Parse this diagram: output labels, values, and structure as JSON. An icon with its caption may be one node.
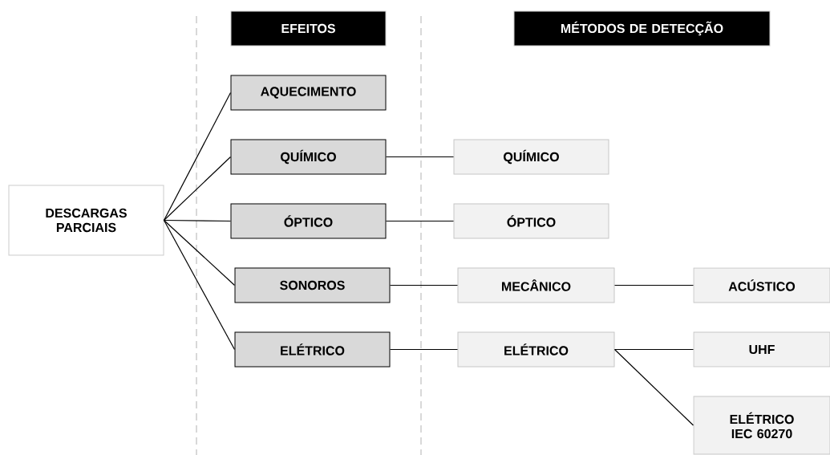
{
  "diagram": {
    "nodes": [
      {
        "text": [
          "EFEITOS"
        ]
      },
      {
        "text": [
          "MÉTODOS DE DETECÇÃO"
        ]
      },
      {
        "text": [
          "DESCARGAS PARCIAIS"
        ]
      },
      {
        "text": [
          "AQUECIMENTO"
        ]
      },
      {
        "text": [
          "QUÍMICO"
        ]
      },
      {
        "text": [
          "ÓPTICO"
        ]
      },
      {
        "text": [
          "SONOROS"
        ]
      },
      {
        "text": [
          "ELÉTRICO"
        ]
      },
      {
        "text": [
          "QUÍMICO"
        ]
      },
      {
        "text": [
          "ÓPTICO"
        ]
      },
      {
        "text": [
          "MECÂNICO"
        ]
      },
      {
        "text": [
          "ELÉTRICO"
        ]
      },
      {
        "text": [
          "ACÚSTICO"
        ]
      },
      {
        "text": [
          "UHF"
        ]
      },
      {
        "text": [
          "ELÉTRICO IEC 60270"
        ]
      }
    ],
    "edges": [
      {
        "from": 2,
        "to": 3,
        "arrow": "none"
      },
      {
        "from": 2,
        "to": 4,
        "arrow": "none"
      },
      {
        "from": 2,
        "to": 5,
        "arrow": "none"
      },
      {
        "from": 2,
        "to": 6,
        "arrow": "none"
      },
      {
        "from": 2,
        "to": 7,
        "arrow": "none"
      },
      {
        "from": 4,
        "to": 8,
        "arrow": "none"
      },
      {
        "from": 5,
        "to": 9,
        "arrow": "none"
      },
      {
        "from": 6,
        "to": 10,
        "arrow": "none"
      },
      {
        "from": 7,
        "to": 11,
        "arrow": "none"
      },
      {
        "from": 10,
        "to": 12,
        "arrow": "none"
      },
      {
        "from": 11,
        "to": 13,
        "arrow": "none"
      },
      {
        "from": 11,
        "to": 14,
        "arrow": "none"
      }
    ]
  }
}
